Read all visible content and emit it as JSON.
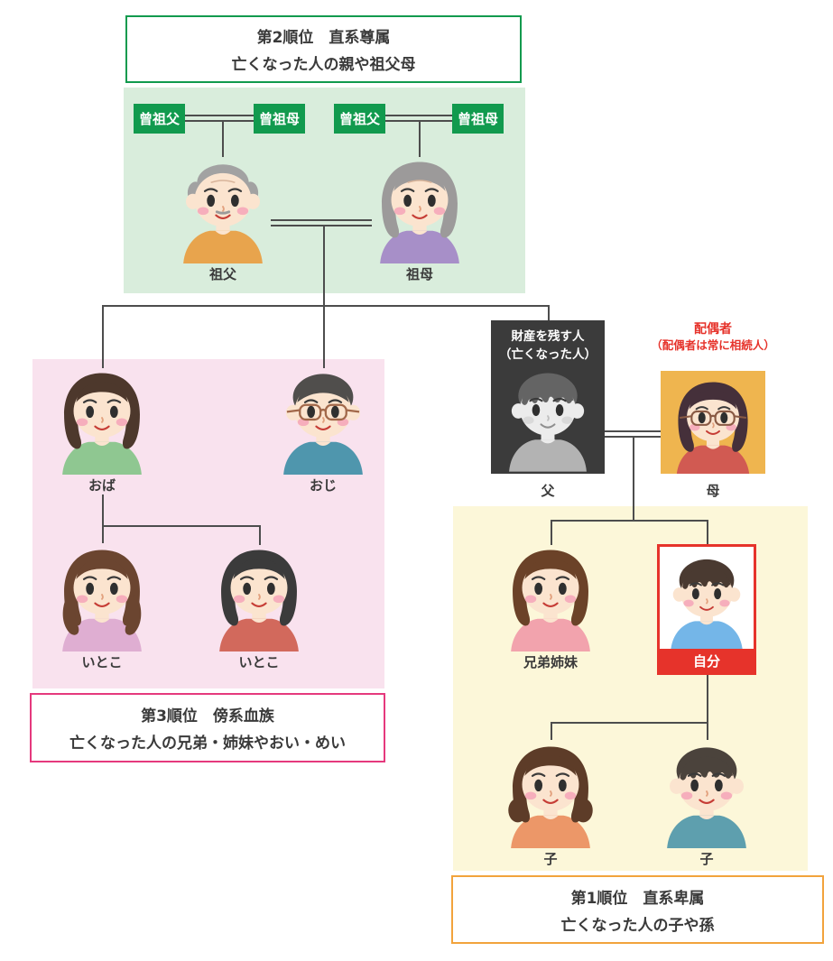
{
  "colors": {
    "green": "#119a4e",
    "green_bg": "#d9eddc",
    "pink_border": "#e5397d",
    "pink_bg": "#f9e2ee",
    "yellow_bg": "#fcf7d9",
    "orange_border": "#f2a33c",
    "red": "#e6332b",
    "deceased_box_bg": "#3b3b3b",
    "mother_box_bg": "#efb54f",
    "connector": "#4d4d4d"
  },
  "rank_boxes": {
    "rank2": {
      "line1": "第2順位　直系尊属",
      "line2": "亡くなった人の親や祖父母"
    },
    "rank3": {
      "line1": "第3順位　傍系血族",
      "line2": "亡くなった人の兄弟・姉妹やおい・めい"
    },
    "rank1": {
      "line1": "第1順位　直系卑属",
      "line2": "亡くなった人の子や孫"
    }
  },
  "great_grandparent_labels": [
    "曾祖父",
    "曾祖母",
    "曾祖父",
    "曾祖母"
  ],
  "deceased_caption": {
    "line1": "財産を残す人",
    "line2": "（亡くなった人）"
  },
  "spouse_caption": {
    "line1": "配偶者",
    "line2": "（配偶者は常に相続人）"
  },
  "people": {
    "grandfather": {
      "label": "祖父",
      "avatar": {
        "style": "elder_male",
        "hair": "#a2a2a2",
        "shirt": "#e8a44d",
        "elder": true
      }
    },
    "grandmother": {
      "label": "祖母",
      "avatar": {
        "style": "elder_female",
        "hair": "#9c9a9a",
        "shirt": "#a78fc8",
        "elder": true
      }
    },
    "aunt": {
      "label": "おば",
      "avatar": {
        "style": "bob",
        "hair": "#4d382c",
        "shirt": "#8fc791"
      }
    },
    "uncle": {
      "label": "おじ",
      "avatar": {
        "style": "male",
        "hair": "#504e4c",
        "shirt": "#4f96ad",
        "glasses": true,
        "glassColor": "#a2684a"
      }
    },
    "cousin1": {
      "label": "いとこ",
      "avatar": {
        "style": "wavy",
        "hair": "#6b4530",
        "shirt": "#dfaed2"
      }
    },
    "cousin2": {
      "label": "いとこ",
      "avatar": {
        "style": "bob",
        "hair": "#3b3b3b",
        "shirt": "#d2695c"
      }
    },
    "father": {
      "label": "父",
      "avatar": {
        "style": "boy",
        "hair": "#646464",
        "skin": "#ececec",
        "shirt": "#b3b3b3",
        "blush": "#d9d9d9",
        "nose": "#bfbfbf",
        "mouth": "#8f8f8f"
      }
    },
    "mother": {
      "label": "母",
      "avatar": {
        "style": "bob",
        "hair": "#45303a",
        "shirt": "#d15a52",
        "glasses": true,
        "glassColor": "#8a5a44"
      }
    },
    "sibling": {
      "label": "兄弟姉妹",
      "avatar": {
        "style": "bob",
        "hair": "#6b4228",
        "shirt": "#f2a3ad"
      }
    },
    "self": {
      "label": "自分",
      "avatar": {
        "style": "boy",
        "hair": "#4a3a31",
        "shirt": "#74b6e8"
      }
    },
    "child1": {
      "label": "子",
      "avatar": {
        "style": "pigtails",
        "hair": "#5d3c28",
        "shirt": "#ec9768"
      }
    },
    "child2": {
      "label": "子",
      "avatar": {
        "style": "boy",
        "hair": "#4b433c",
        "shirt": "#5e9fae"
      }
    }
  }
}
